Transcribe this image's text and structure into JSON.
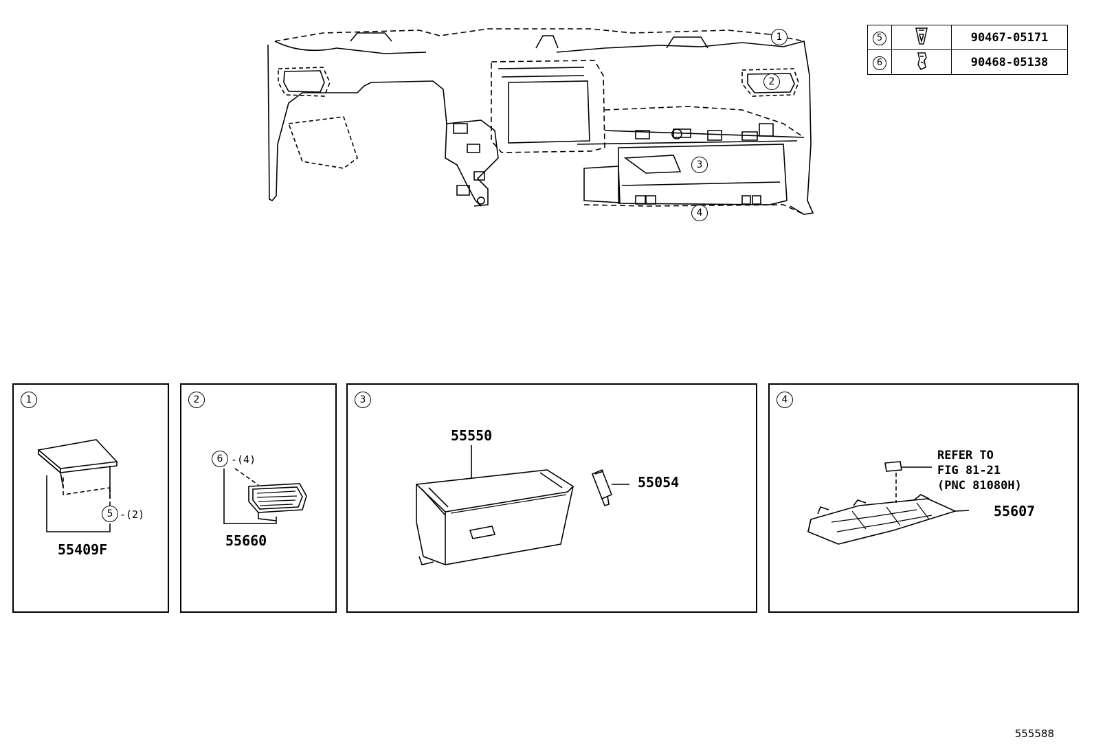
{
  "overview": {
    "callouts": [
      "1",
      "2",
      "3",
      "4"
    ]
  },
  "fastener_table": {
    "rows": [
      {
        "ref": "5",
        "icon": "clip-icon",
        "part_no": "90467-05171"
      },
      {
        "ref": "6",
        "icon": "clip-icon",
        "part_no": "90468-05138"
      }
    ]
  },
  "panels": [
    {
      "ref": "1",
      "part_no": "55409F",
      "fastener_ref": "5",
      "fastener_qty": "-(2)"
    },
    {
      "ref": "2",
      "part_no": "55660",
      "fastener_ref": "6",
      "fastener_qty": "-(4)"
    },
    {
      "ref": "3",
      "part_no_main": "55550",
      "part_no_secondary": "55054"
    },
    {
      "ref": "4",
      "part_no": "55607",
      "refer_note": [
        "REFER TO",
        "FIG 81-21",
        "(PNC 81080H)"
      ]
    }
  ],
  "illustration_id": "555588"
}
